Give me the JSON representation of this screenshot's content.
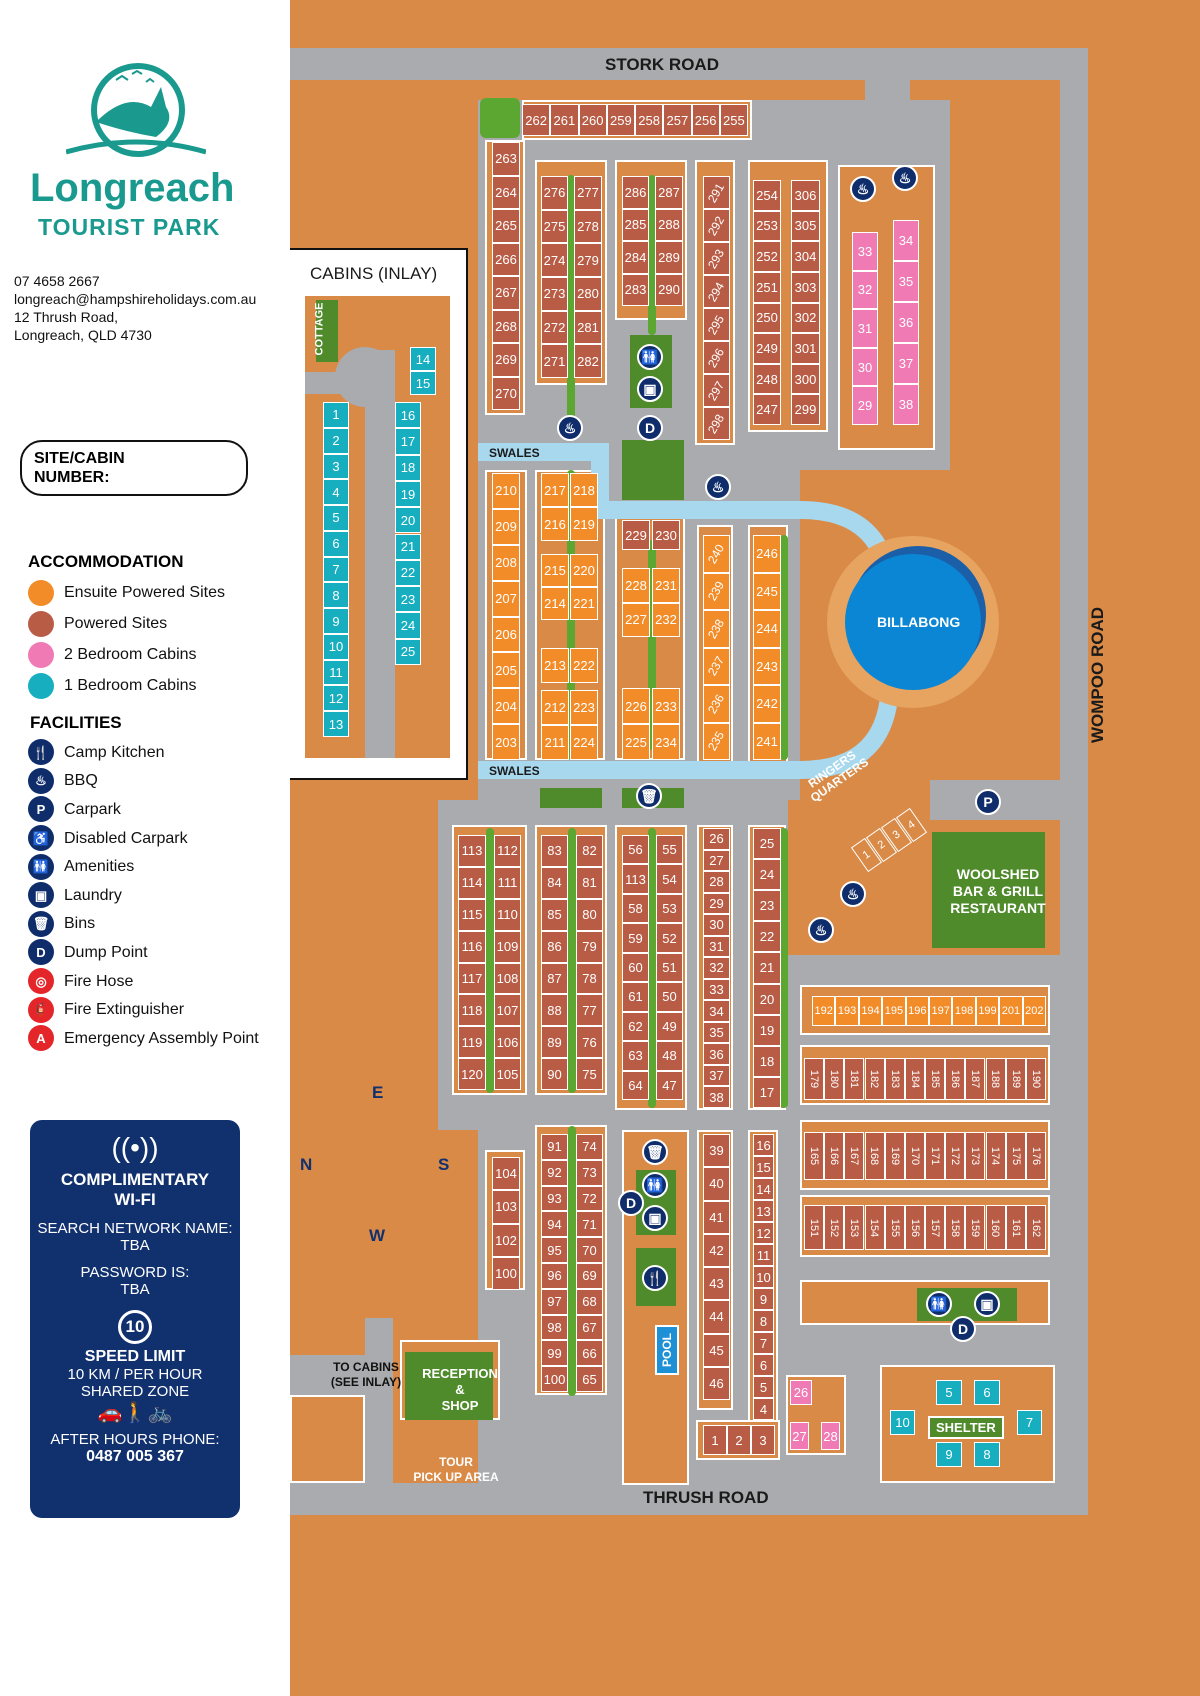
{
  "brand": {
    "name": "Longreach",
    "sub": "TOURIST PARK"
  },
  "contact": {
    "phone": "07 4658 2667",
    "email": "longreach@hampshireholidays.com.au",
    "address1": "12 Thrush Road,",
    "address2": "Longreach, QLD 4730"
  },
  "site_box": {
    "label1": "SITE/CABIN",
    "label2": "NUMBER:"
  },
  "accommodation": {
    "title": "ACCOMMODATION",
    "items": [
      {
        "label": "Ensuite Powered Sites",
        "color": "#f28c28"
      },
      {
        "label": "Powered Sites",
        "color": "#b85c45"
      },
      {
        "label": "2 Bedroom Cabins",
        "color": "#f07ab4"
      },
      {
        "label": "1 Bedroom Cabins",
        "color": "#17aec0"
      }
    ]
  },
  "facilities": {
    "title": "FACILITIES",
    "items": [
      {
        "label": "Camp Kitchen",
        "icon": "🍴",
        "color": "#0f2d6b"
      },
      {
        "label": "BBQ",
        "icon": "♨",
        "color": "#0f2d6b"
      },
      {
        "label": "Carpark",
        "icon": "P",
        "color": "#0f2d6b"
      },
      {
        "label": "Disabled Carpark",
        "icon": "♿",
        "color": "#0f2d6b"
      },
      {
        "label": "Amenities",
        "icon": "🚻",
        "color": "#0f2d6b"
      },
      {
        "label": "Laundry",
        "icon": "▣",
        "color": "#0f2d6b"
      },
      {
        "label": "Bins",
        "icon": "🗑",
        "color": "#0f2d6b"
      },
      {
        "label": "Dump Point",
        "icon": "D",
        "color": "#0f2d6b"
      },
      {
        "label": "Fire Hose",
        "icon": "◎",
        "color": "#e4262b"
      },
      {
        "label": "Fire Extinguisher",
        "icon": "🧯",
        "color": "#e4262b"
      },
      {
        "label": "Emergency Assembly Point",
        "icon": "A",
        "color": "#e4262b"
      }
    ]
  },
  "wifi": {
    "title1": "COMPLIMENTARY",
    "title2": "WI-FI",
    "network_label": "SEARCH NETWORK NAME:",
    "network": "TBA",
    "password_label": "PASSWORD IS:",
    "password": "TBA",
    "speed": "10",
    "speed_title": "SPEED LIMIT",
    "speed_unit": "10 KM / PER HOUR",
    "speed_zone": "SHARED ZONE",
    "after_hours_label": "AFTER HOURS PHONE:",
    "after_hours": "0487 005 367"
  },
  "map": {
    "roads": {
      "north": "STORK ROAD",
      "south": "THRUSH ROAD",
      "east": "WOMPOO ROAD"
    },
    "inlay_title": "CABINS (INLAY)",
    "cottage": "COTTAGE",
    "swales": "SWALES",
    "billabong": "BILLABONG",
    "ringers": "RINGERS QUARTERS",
    "woolshed": [
      "WOOLSHED",
      "BAR & GRILL",
      "RESTAURANT"
    ],
    "reception": [
      "RECEPTION",
      "&",
      "SHOP"
    ],
    "to_cabins": [
      "TO CABINS",
      "(SEE INLAY)"
    ],
    "tour": [
      "TOUR",
      "PICK UP AREA"
    ],
    "pool": "POOL",
    "shelter": "SHELTER",
    "compass": {
      "n": "N",
      "e": "E",
      "s": "S",
      "w": "W"
    }
  },
  "site_types": {
    "ensuite": "#f28c28",
    "powered": "#b85c45",
    "cabin2": "#f07ab4",
    "cabin1": "#17aec0"
  },
  "sites": {
    "top_row": {
      "type": "powered",
      "n": [
        262,
        261,
        260,
        259,
        258,
        257,
        256,
        255
      ]
    },
    "c263": {
      "type": "powered",
      "n": [
        263,
        264,
        265,
        266,
        267,
        268,
        269,
        270
      ]
    },
    "c276": {
      "type": "powered",
      "n": [
        276,
        275,
        274,
        273,
        272,
        271
      ]
    },
    "c277": {
      "type": "powered",
      "n": [
        277,
        278,
        279,
        280,
        281,
        282
      ]
    },
    "c286": {
      "type": "powered",
      "n": [
        286,
        285,
        284,
        283
      ]
    },
    "c287": {
      "type": "powered",
      "n": [
        287,
        288,
        289,
        290
      ]
    },
    "c291": {
      "type": "powered",
      "n": [
        291,
        292,
        293,
        294,
        295,
        296,
        297,
        298
      ]
    },
    "c254": {
      "type": "powered",
      "n": [
        254,
        253,
        252,
        251,
        250,
        249,
        248,
        247
      ]
    },
    "c306": {
      "type": "powered",
      "n": [
        306,
        305,
        304,
        303,
        302,
        301,
        300,
        299
      ]
    },
    "cab33": {
      "type": "cabin2",
      "n": [
        33,
        32,
        31,
        30,
        29
      ]
    },
    "cab34": {
      "type": "cabin2",
      "n": [
        34,
        35,
        36,
        37,
        38
      ]
    },
    "c210": {
      "type": "ensuite",
      "n": [
        210,
        209,
        208,
        207,
        206,
        205,
        204,
        203
      ]
    },
    "c217": {
      "type": "ensuite",
      "n": [
        217,
        216
      ]
    },
    "c218": {
      "type": "ensuite",
      "n": [
        218,
        219
      ]
    },
    "c215": {
      "type": "ensuite",
      "n": [
        215,
        214
      ]
    },
    "c220": {
      "type": "ensuite",
      "n": [
        220,
        221
      ]
    },
    "c213": {
      "type": "ensuite",
      "n": [
        213
      ]
    },
    "c222": {
      "type": "ensuite",
      "n": [
        222
      ]
    },
    "c212": {
      "type": "ensuite",
      "n": [
        212,
        211
      ]
    },
    "c223": {
      "type": "ensuite",
      "n": [
        223,
        224
      ]
    },
    "c229": {
      "type": "powered",
      "n": [
        229
      ]
    },
    "c230": {
      "type": "powered",
      "n": [
        230
      ]
    },
    "c228": {
      "type": "ensuite",
      "n": [
        228,
        227
      ]
    },
    "c231": {
      "type": "ensuite",
      "n": [
        231,
        232
      ]
    },
    "c226": {
      "type": "ensuite",
      "n": [
        226,
        225
      ]
    },
    "c233": {
      "type": "ensuite",
      "n": [
        233,
        234
      ]
    },
    "c240": {
      "type": "ensuite",
      "n": [
        240,
        239,
        238,
        237,
        236,
        235
      ]
    },
    "c246": {
      "type": "ensuite",
      "n": [
        246,
        245,
        244,
        243,
        242,
        241
      ]
    },
    "c113": {
      "type": "powered",
      "n": [
        113,
        114,
        115,
        116,
        117,
        118,
        119,
        120
      ]
    },
    "c112": {
      "type": "powered",
      "n": [
        112,
        111,
        110,
        109,
        108,
        107,
        106,
        105
      ]
    },
    "c83": {
      "type": "powered",
      "n": [
        83,
        84,
        85,
        86,
        87,
        88,
        89,
        90
      ]
    },
    "c82": {
      "type": "powered",
      "n": [
        82,
        81,
        80,
        79,
        78,
        77,
        76,
        75
      ]
    },
    "c56": {
      "type": "powered",
      "n": [
        56,
        113,
        58,
        59,
        60,
        61,
        62,
        63,
        64
      ]
    },
    "c55": {
      "type": "powered",
      "n": [
        55,
        54,
        53,
        52,
        51,
        50,
        49,
        48,
        47
      ]
    },
    "c26": {
      "type": "powered",
      "n": [
        26,
        27,
        28,
        29,
        30,
        31,
        32,
        33,
        34,
        35,
        36,
        37,
        38
      ]
    },
    "c25": {
      "type": "powered",
      "n": [
        25,
        24,
        23,
        22,
        21,
        20,
        19,
        18,
        17
      ]
    },
    "r192": {
      "type": "ensuite",
      "n": [
        192,
        193,
        194,
        195,
        196,
        197,
        198,
        199,
        201,
        202
      ]
    },
    "r179": {
      "type": "powered",
      "n": [
        179,
        180,
        181,
        182,
        183,
        184,
        185,
        186,
        187,
        188,
        189,
        190
      ]
    },
    "r165": {
      "type": "powered",
      "n": [
        165,
        166,
        167,
        168,
        169,
        170,
        171,
        172,
        173,
        174,
        175,
        176
      ]
    },
    "r151": {
      "type": "powered",
      "n": [
        151,
        152,
        153,
        154,
        155,
        156,
        157,
        158,
        159,
        160,
        161,
        162
      ]
    },
    "c104": {
      "type": "powered",
      "n": [
        104,
        103,
        102,
        100
      ]
    },
    "c91": {
      "type": "powered",
      "n": [
        91,
        92,
        93,
        94,
        95,
        96,
        97,
        98,
        99,
        100
      ]
    },
    "c74": {
      "type": "powered",
      "n": [
        74,
        73,
        72,
        71,
        70,
        69,
        68,
        67,
        66,
        65
      ]
    },
    "c39": {
      "type": "powered",
      "n": [
        39,
        40,
        41,
        42,
        43,
        44,
        45,
        46
      ]
    },
    "c16": {
      "type": "powered",
      "n": [
        16,
        15,
        14,
        13,
        12,
        11,
        10,
        9,
        8,
        7,
        6,
        5,
        4
      ]
    },
    "r1": {
      "type": "powered",
      "n": [
        1,
        2,
        3
      ]
    },
    "p26": {
      "type": "cabin2",
      "n": [
        26
      ]
    },
    "p27": {
      "type": "cabin2",
      "n": [
        27,
        28
      ]
    },
    "s56": {
      "type": "cabin1",
      "n": [
        5,
        6
      ]
    },
    "s10": {
      "type": "cabin1",
      "n": [
        10
      ]
    },
    "s7": {
      "type": "cabin1",
      "n": [
        7
      ]
    },
    "s98": {
      "type": "cabin1",
      "n": [
        9,
        8
      ]
    },
    "i1": {
      "type": "cabin1",
      "n": [
        1,
        2,
        3,
        4,
        5,
        6,
        7,
        8,
        9,
        10,
        11,
        12,
        13
      ]
    },
    "i14": {
      "type": "cabin1",
      "n": [
        14,
        15
      ]
    },
    "i16": {
      "type": "cabin1",
      "n": [
        16,
        17,
        18,
        19,
        20,
        21,
        22,
        23,
        24,
        25
      ]
    }
  }
}
